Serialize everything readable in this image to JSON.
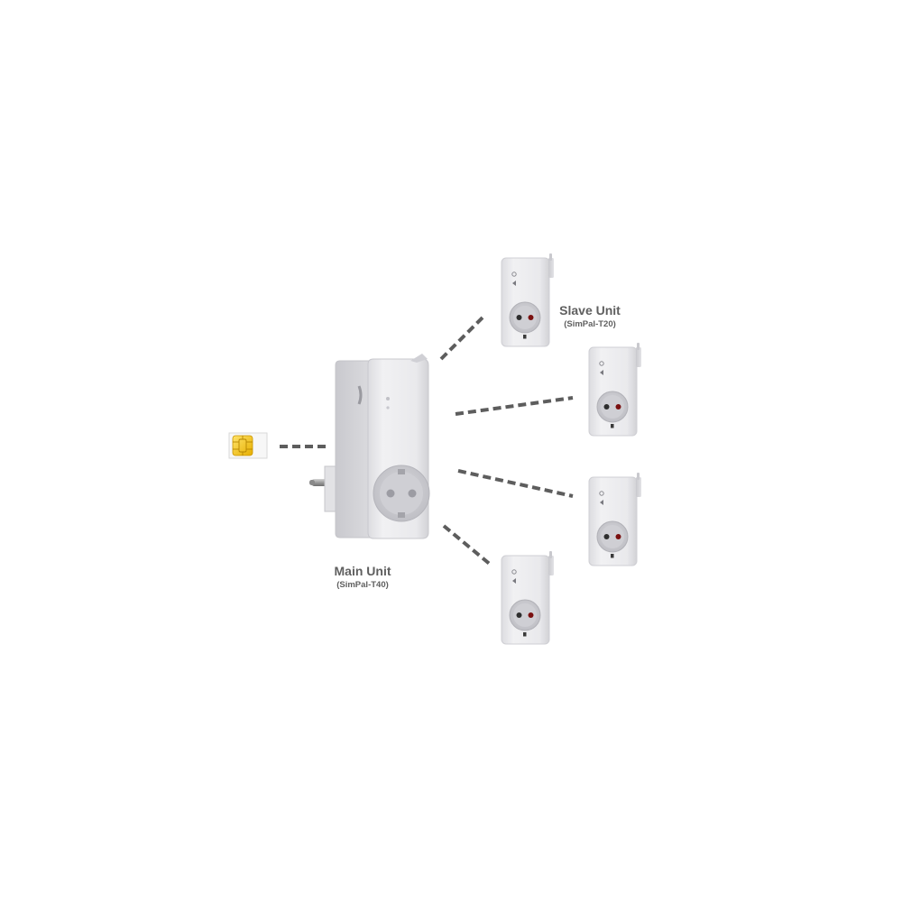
{
  "main_unit": {
    "name": "Main Unit",
    "model": "(SimPal-T40)"
  },
  "slave_unit": {
    "name": "Slave Unit",
    "model": "(SimPal-T20)"
  },
  "colors": {
    "label_text": "#5f5f5f",
    "connector_line": "#5d5d5d",
    "device_body": "#e9e9eb",
    "sim_chip": "#f2c200"
  },
  "icons": {
    "sim_card": "sim-card-icon",
    "main_device": "smart-plug-main-icon",
    "slave_device": "smart-plug-slave-icon"
  },
  "slave_count": 4
}
